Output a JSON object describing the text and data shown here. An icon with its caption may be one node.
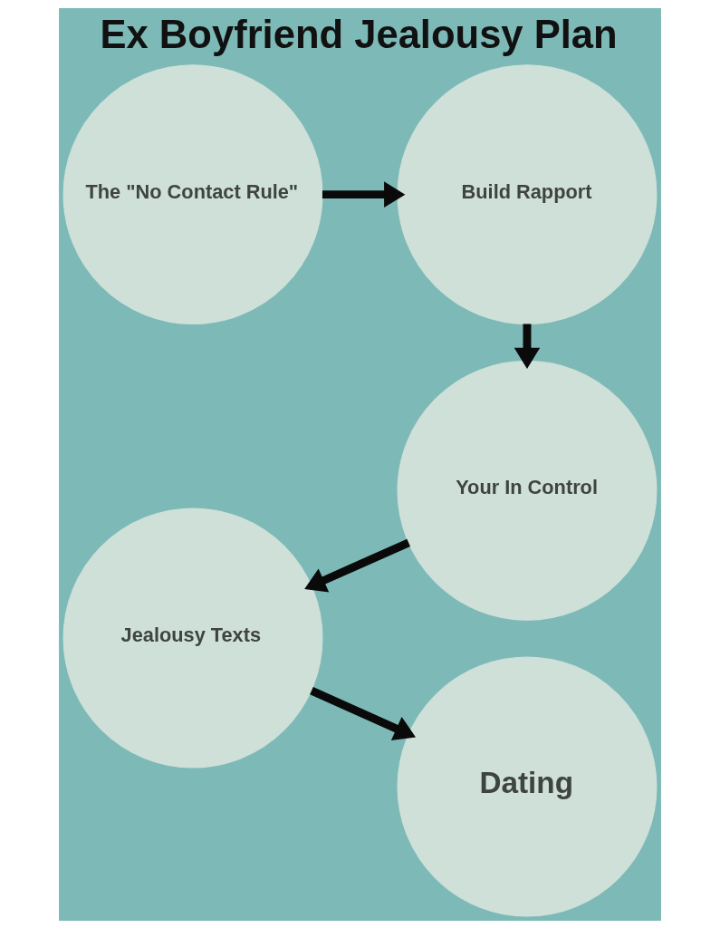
{
  "diagram": {
    "title": "Ex Boyfriend Jealousy Plan",
    "nodes": [
      {
        "text": [
          "The \"No Contact Rule\""
        ]
      },
      {
        "text": [
          "Build Rapport"
        ]
      },
      {
        "text": [
          "Your In Control"
        ]
      },
      {
        "text": [
          "Jealousy Texts"
        ]
      },
      {
        "text": [
          "Dating"
        ]
      }
    ],
    "edges": [
      {
        "from": 0,
        "to": 1,
        "arrow": "to"
      },
      {
        "from": 1,
        "to": 2,
        "arrow": "to"
      },
      {
        "from": 2,
        "to": 3,
        "arrow": "to"
      },
      {
        "from": 3,
        "to": 4,
        "arrow": "to"
      }
    ]
  }
}
